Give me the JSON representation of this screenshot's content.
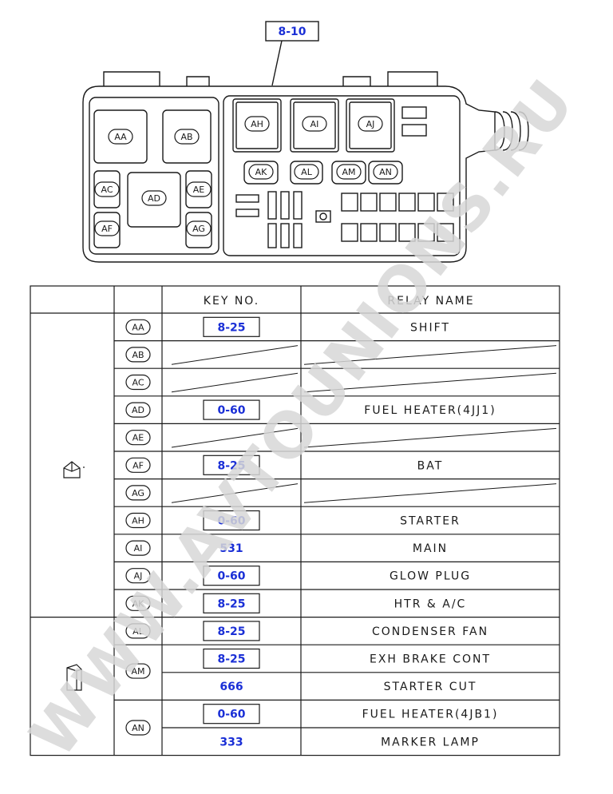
{
  "diagram": {
    "top_key": "8-10",
    "box_relays": [
      "AA",
      "AB",
      "AC",
      "AD",
      "AE",
      "AF",
      "AG",
      "AH",
      "AI",
      "AJ",
      "AK",
      "AL",
      "AM",
      "AN"
    ]
  },
  "table": {
    "headers": [
      "",
      "",
      "KEY NO.",
      "RELAY NAME"
    ],
    "rows": [
      {
        "conn": "AA",
        "key": "8-25",
        "key_boxed": true,
        "name": "SHIFT"
      },
      {
        "conn": "AB",
        "key": "",
        "key_boxed": false,
        "name": ""
      },
      {
        "conn": "AC",
        "key": "",
        "key_boxed": false,
        "name": ""
      },
      {
        "conn": "AD",
        "key": "0-60",
        "key_boxed": true,
        "name": "FUEL HEATER(4JJ1)"
      },
      {
        "conn": "AE",
        "key": "",
        "key_boxed": false,
        "name": ""
      },
      {
        "conn": "AF",
        "key": "8-25",
        "key_boxed": true,
        "name": "BAT"
      },
      {
        "conn": "AG",
        "key": "",
        "key_boxed": false,
        "name": ""
      },
      {
        "conn": "AH",
        "key": "0-60",
        "key_boxed": true,
        "name": "STARTER"
      },
      {
        "conn": "AI",
        "key": "531",
        "key_boxed": false,
        "name": "MAIN"
      },
      {
        "conn": "AJ",
        "key": "0-60",
        "key_boxed": true,
        "name": "GLOW PLUG"
      },
      {
        "conn": "AK",
        "key": "8-25",
        "key_boxed": true,
        "name": "HTR & A/C"
      },
      {
        "conn": "AL",
        "key": "8-25",
        "key_boxed": true,
        "name": "CONDENSER FAN"
      },
      {
        "conn": "AM",
        "key": "8-25",
        "key_boxed": true,
        "name": "EXH BRAKE CONT"
      },
      {
        "conn": "",
        "key": "666",
        "key_boxed": false,
        "name": "STARTER CUT"
      },
      {
        "conn": "AN",
        "key": "0-60",
        "key_boxed": true,
        "name": "FUEL HEATER(4JB1)"
      },
      {
        "conn": "",
        "key": "333",
        "key_boxed": false,
        "name": "MARKER LAMP"
      }
    ]
  },
  "watermark": "WWW.AVTOUNIONS.RU",
  "colors": {
    "key_text": "#1a2fd6",
    "line": "#1a1a1a",
    "watermark": "#d8d8d8"
  }
}
